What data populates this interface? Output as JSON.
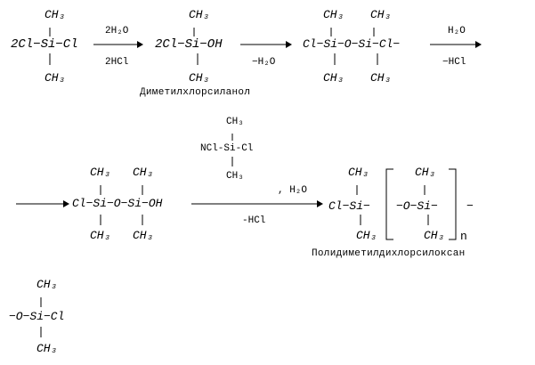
{
  "row1": {
    "reactant1": {
      "formula": "2Cl−Si−Cl",
      "top": "CH₃",
      "bottom": "CH₃"
    },
    "arrow1": {
      "above": "2H₂O",
      "below": "2HCl"
    },
    "product1": {
      "formula": "2Cl−Si−OH",
      "top": "CH₃",
      "bottom": "CH₃",
      "name": "Диметилхлорсиланол"
    },
    "arrow2": {
      "below": "−H₂O"
    },
    "product2": {
      "formula": "Cl−Si−O−Si−Cl−",
      "top1": "CH₃",
      "top2": "CH₃",
      "bottom1": "CH₃",
      "bottom2": "CH₃"
    },
    "arrow3": {
      "above": "H₂O",
      "below": "−HCl"
    }
  },
  "row2": {
    "reactant": {
      "formula": "Cl−Si−O−Si−OH",
      "top1": "CH₃",
      "top2": "CH₃",
      "bottom1": "CH₃",
      "bottom2": "CH₃"
    },
    "reagent": {
      "formula": "NCl-Si-Cl",
      "top": "CH₃",
      "bottom": "CH₃"
    },
    "arrow": {
      "above": ", H₂O",
      "below": "-HCl"
    },
    "product": {
      "end_group": "Cl−Si−",
      "end_top": "CH₃",
      "end_bottom": "CH₃",
      "unit": "−O−Si−",
      "unit_top": "CH₃",
      "unit_bottom": "CH₃",
      "subscript": "n",
      "trailing": "−",
      "name": "Полидиметилдихлорсилоксан"
    }
  },
  "row3": {
    "formula": "−O−Si−Cl",
    "top": "CH₃",
    "bottom": "CH₃"
  }
}
